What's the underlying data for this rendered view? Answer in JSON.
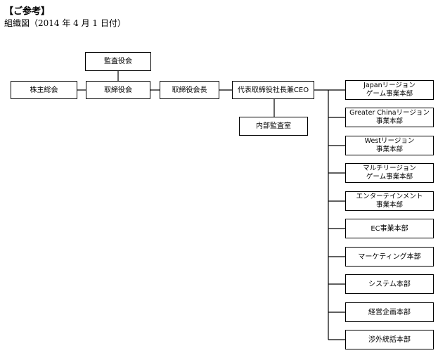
{
  "header": {
    "title": "【ご参考】",
    "subtitle": "組織図（2014 年 4 月 1 日付）"
  },
  "nodes": {
    "audit_board": "監査役会",
    "shareholders_meeting": "株主総会",
    "board_of_directors": "取締役会",
    "chairman": "取締役会長",
    "ceo": "代表取締役社長兼CEO",
    "internal_audit": "内部監査室",
    "japan_region": [
      "Japanリージョン",
      "ゲーム事業本部"
    ],
    "greater_china_region": [
      "Greater Chinaリージョン",
      "事業本部"
    ],
    "west_region": [
      "Westリージョン",
      "事業本部"
    ],
    "multi_region": [
      "マルチリージョン",
      "ゲーム事業本部"
    ],
    "entertainment": [
      "エンターテインメント",
      "事業本部"
    ],
    "ec": "EC事業本部",
    "marketing": "マーケティング本部",
    "system": "システム本部",
    "corporate_planning": "経営企画本部",
    "external_affairs": "渉外統括本部"
  }
}
